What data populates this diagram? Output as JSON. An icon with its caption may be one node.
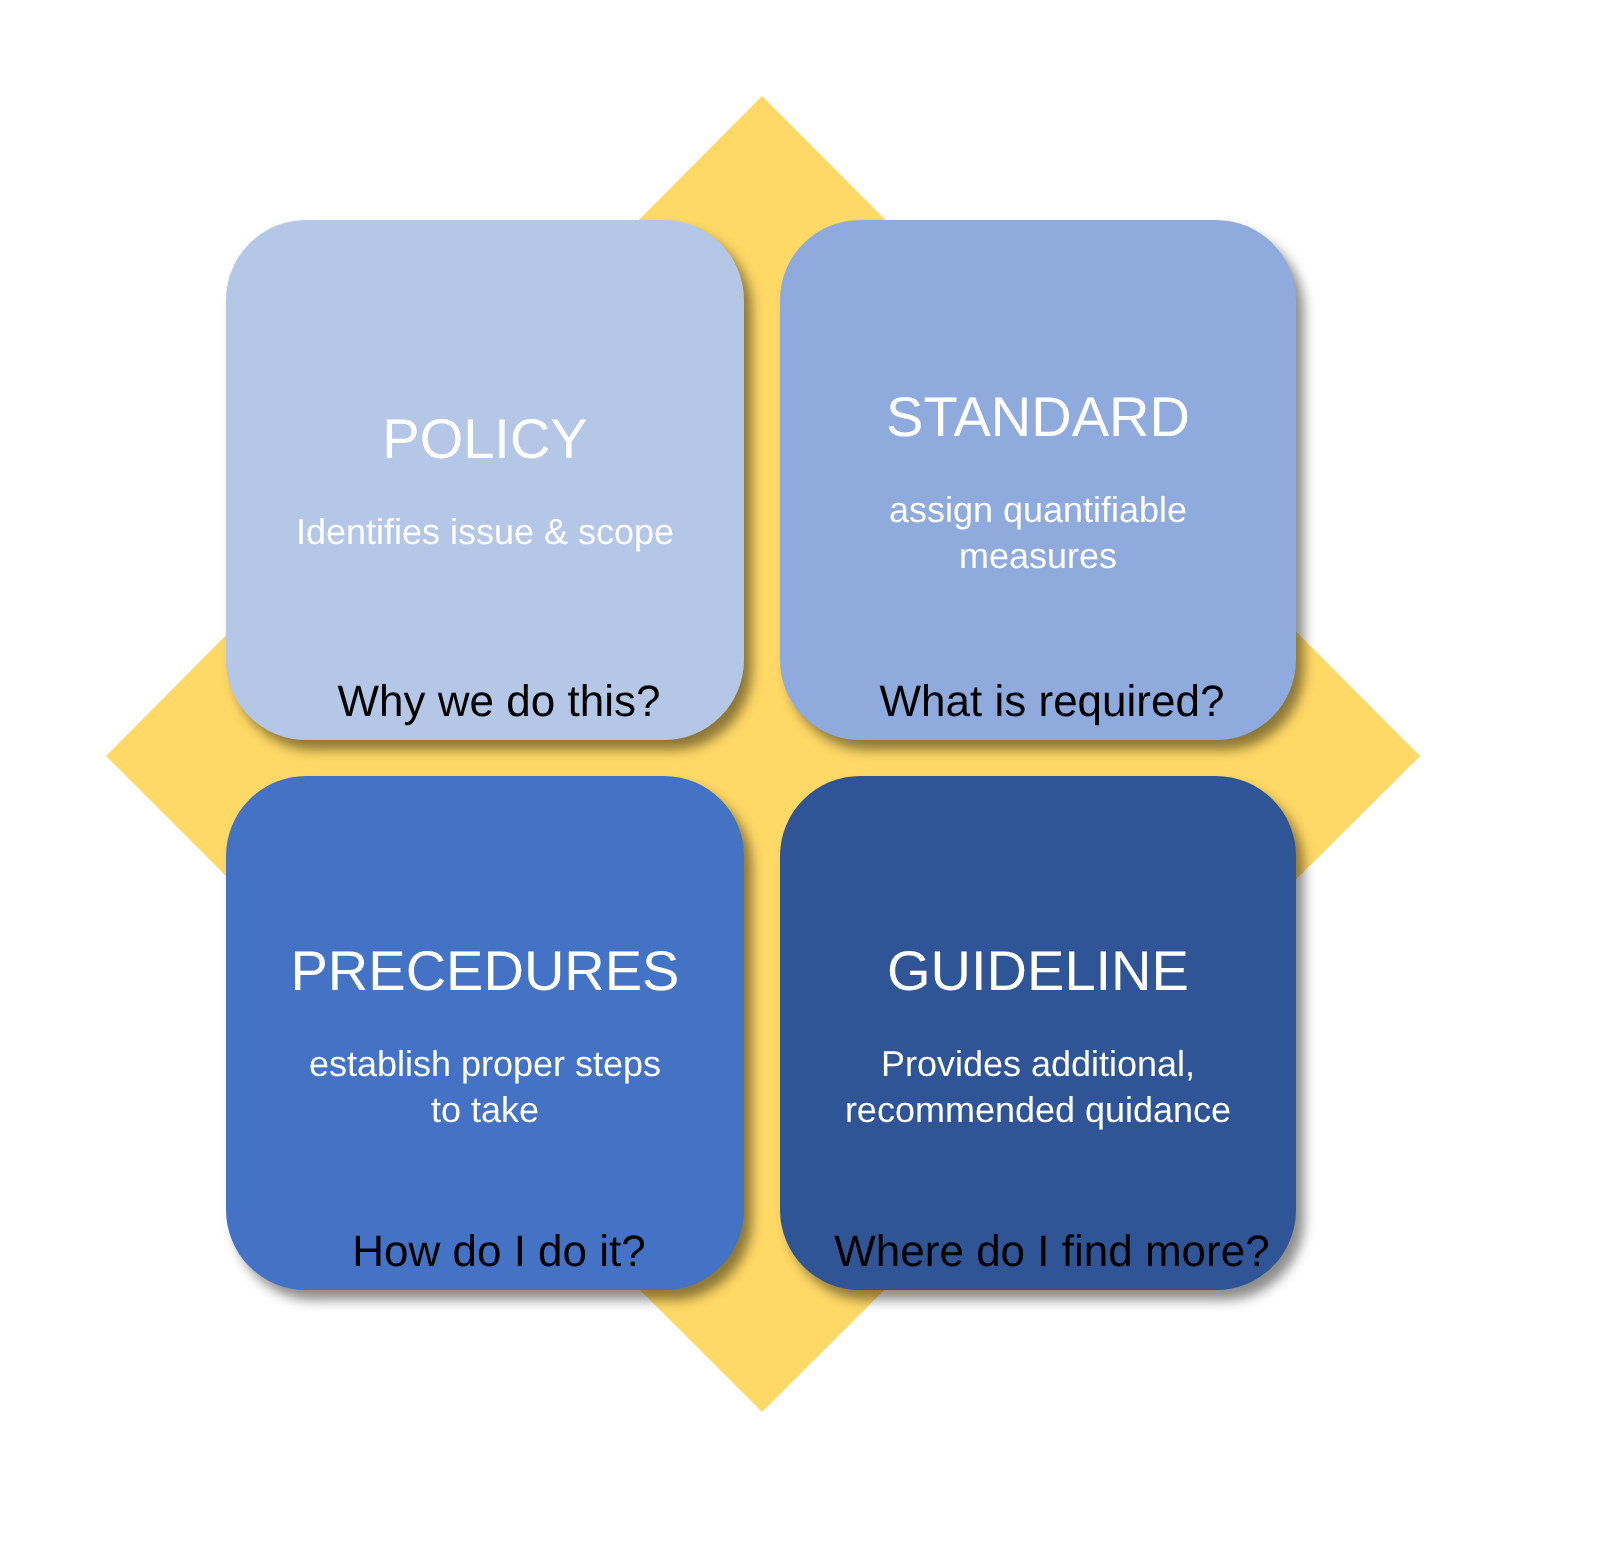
{
  "diagram": {
    "nodes": [
      {
        "text": [
          "POLICY",
          "Identifies issue & scope",
          "Why we do this?"
        ]
      },
      {
        "text": [
          "STANDARD",
          "assign quantifiable measures",
          "What is required?"
        ]
      },
      {
        "text": [
          "PRECEDURES",
          "establish proper steps to take",
          "How do I do it?"
        ]
      },
      {
        "text": [
          "GUIDELINE",
          "Provides additional, recommended quidance",
          "Where do I find more?"
        ]
      }
    ]
  }
}
